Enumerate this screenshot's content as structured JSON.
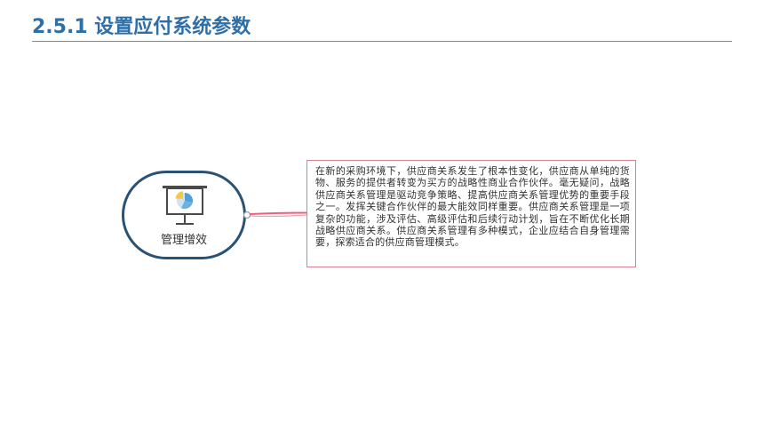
{
  "slide": {
    "title": "2.5.1 设置应付系统参数"
  },
  "mindmap": {
    "central_node": {
      "label": "管理增效",
      "icon": "presentation-board-pie-chart-icon"
    },
    "note": {
      "text": "在新的采购环境下，供应商关系发生了根本性变化，供应商从单纯的货物、服务的提供者转变为买方的战略性商业合作伙伴。毫无疑问，战略供应商关系管理是驱动竞争策略、提高供应商关系管理优势的重要手段之一。发挥关键合作伙伴的最大能效同样重要。供应商关系管理是一项复杂的功能，涉及评估、高级评估和后续行动计划，旨在不断优化长期战略供应商关系。供应商关系管理有多种模式，企业应结合自身管理需要，探索适合的供应商管理模式。"
    }
  },
  "colors": {
    "title": "#2e6fa8",
    "node_border": "#2a5275",
    "connector": "#e8607a",
    "note_border": "#d9818f",
    "pie_blue": "#4f9fd4",
    "pie_yellow": "#f2c94c",
    "pie_light": "#cfe3f3"
  }
}
